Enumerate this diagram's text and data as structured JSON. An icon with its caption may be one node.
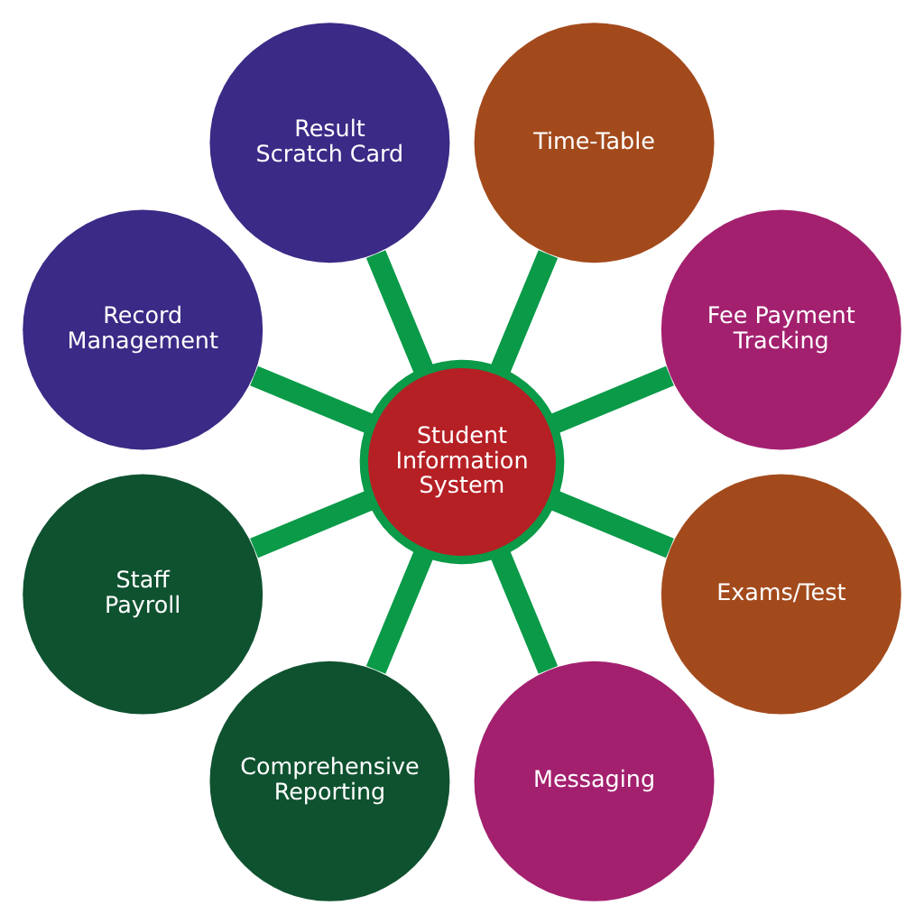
{
  "diagram": {
    "nodes": [
      {
        "text": [
          "Student Information System"
        ]
      },
      {
        "text": [
          "Fee Payment Tracking"
        ]
      },
      {
        "text": [
          "Time-Table"
        ]
      },
      {
        "text": [
          "Result Scratch Card"
        ]
      },
      {
        "text": [
          "Record Management"
        ]
      },
      {
        "text": [
          "Staff Payroll"
        ]
      },
      {
        "text": [
          "Comprehensive Reporting"
        ]
      },
      {
        "text": [
          "Messaging"
        ]
      },
      {
        "text": [
          "Exams/Test"
        ]
      }
    ],
    "edges": [
      {
        "from": 0,
        "to": 1,
        "arrow": "none"
      },
      {
        "from": 0,
        "to": 3,
        "arrow": "none"
      },
      {
        "from": 0,
        "to": 5,
        "arrow": "none"
      },
      {
        "from": 0,
        "to": 7,
        "arrow": "none"
      },
      {
        "from": 0,
        "to": 8,
        "arrow": "none"
      },
      {
        "from": 0,
        "to": 6,
        "arrow": "none"
      },
      {
        "from": 0,
        "to": 4,
        "arrow": "none"
      },
      {
        "from": 0,
        "to": 2,
        "arrow": "none"
      }
    ]
  }
}
